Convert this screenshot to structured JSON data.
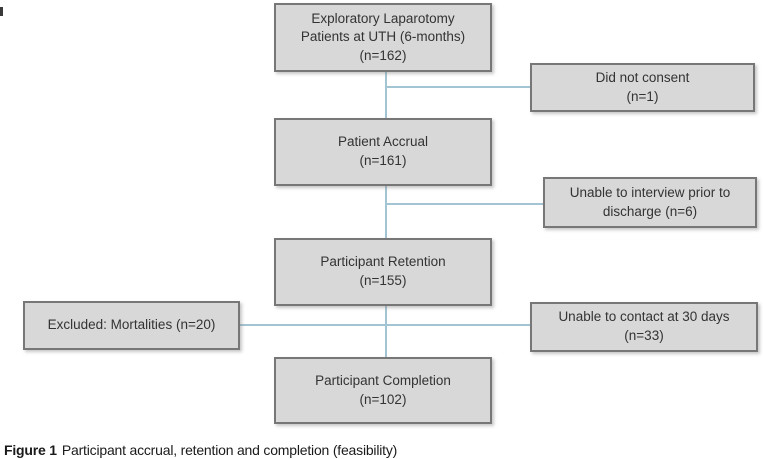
{
  "diagram": {
    "population": {
      "lines": [
        "Exploratory Laparotomy",
        "Patients at UTH (6-months)",
        "(n=162)"
      ]
    },
    "did_not_consent": {
      "lines": [
        "Did not consent",
        "(n=1)"
      ]
    },
    "accrual": {
      "lines": [
        "Patient Accrual",
        "(n=161)"
      ]
    },
    "unable_interview": {
      "lines": [
        "Unable to interview prior to",
        "discharge (n=6)"
      ]
    },
    "retention": {
      "lines": [
        "Participant Retention",
        "(n=155)"
      ]
    },
    "excluded_mortalities": {
      "lines": [
        "Excluded: Mortalities (n=20)"
      ]
    },
    "unable_contact": {
      "lines": [
        "Unable to contact at 30 days",
        "(n=33)"
      ]
    },
    "completion": {
      "lines": [
        "Participant Completion",
        "(n=102)"
      ]
    },
    "colors": {
      "box_fill": "#d8d8d8",
      "box_border": "#777777",
      "connector_line": "#a3c4d3",
      "text": "#333333"
    }
  },
  "caption": {
    "label": "Figure 1",
    "text": "Participant accrual, retention and completion (feasibility)"
  }
}
